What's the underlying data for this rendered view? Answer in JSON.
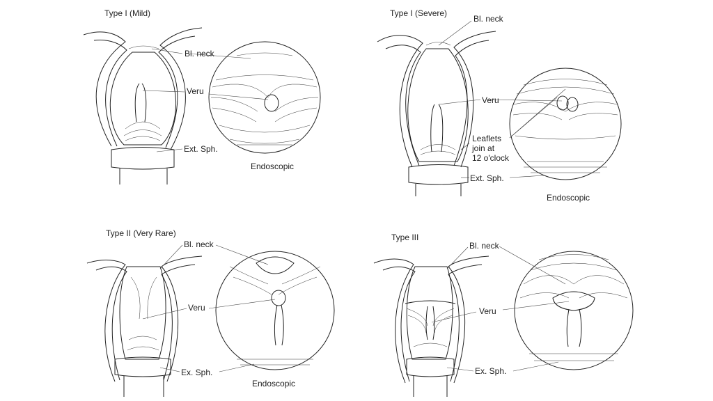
{
  "panels": [
    {
      "title": "Type I (Mild)",
      "labels": {
        "bl_neck": "Bl. neck",
        "veru": "Veru",
        "sphincter": "Ext. Sph.",
        "view": "Endoscopic"
      }
    },
    {
      "title": "Type I (Severe)",
      "labels": {
        "bl_neck": "Bl. neck",
        "veru": "Veru",
        "leaflets": "Leaflets\njoin at\n12 o'clock",
        "sphincter": "Ext. Sph.",
        "view": "Endoscopic"
      }
    },
    {
      "title": "Type II (Very Rare)",
      "labels": {
        "bl_neck": "Bl. neck",
        "veru": "Veru",
        "sphincter": "Ex. Sph.",
        "view": "Endoscopic"
      }
    },
    {
      "title": "Type III",
      "labels": {
        "bl_neck": "Bl. neck",
        "veru": "Veru",
        "sphincter": "Ex. Sph.",
        "view": ""
      }
    }
  ]
}
